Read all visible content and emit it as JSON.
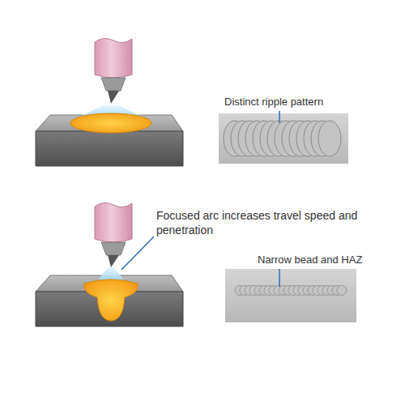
{
  "diagram": {
    "labels": [
      "Distinct ripple pattern",
      "Focused arc increases travel speed and penetration",
      "Narrow bead and HAZ"
    ]
  }
}
